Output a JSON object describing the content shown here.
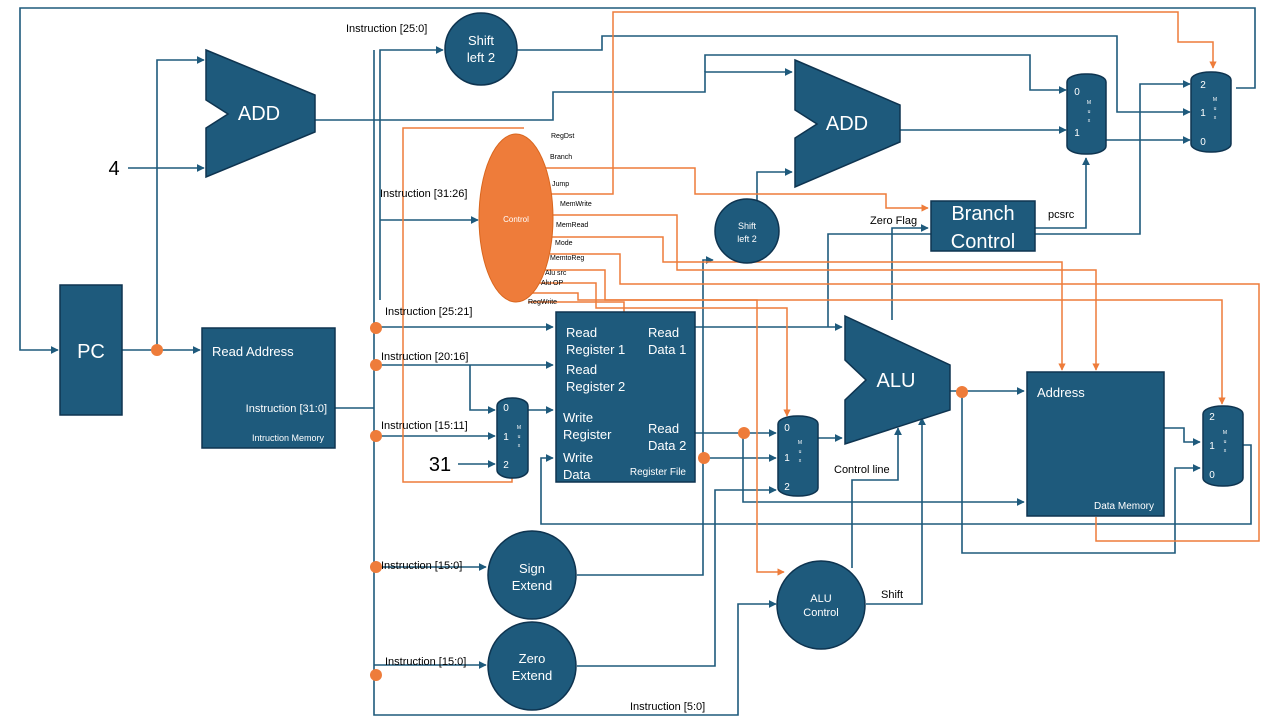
{
  "colors": {
    "block": "#1e5a7c",
    "wire": "#1e5a7c",
    "control": "#ee7c3a"
  },
  "blocks": {
    "pc": "PC",
    "add_pc": "ADD",
    "add_branch": "ADD",
    "shift_left_2_top": [
      "Shift",
      "left 2"
    ],
    "shift_left_2_mid": [
      "Shift",
      "left 2"
    ],
    "control": "Control",
    "read_address": "Read Address",
    "instruction_out": "Instruction [31:0]",
    "instruction_memory": "Intruction Memory",
    "register_file": {
      "read_register_1": [
        "Read",
        "Register 1"
      ],
      "read_register_2": [
        "Read",
        "Register 2"
      ],
      "write_register": [
        "Write",
        "Register"
      ],
      "write_data": [
        "Write",
        "Data"
      ],
      "read_data_1": [
        "Read",
        "Data 1"
      ],
      "read_data_2": [
        "Read",
        "Data 2"
      ],
      "name": "Register File"
    },
    "alu": "ALU",
    "alu_control": [
      "ALU",
      "Control"
    ],
    "branch_control": [
      "Branch",
      "Control"
    ],
    "sign_extend": [
      "Sign",
      "Extend"
    ],
    "zero_extend": [
      "Zero",
      "Extend"
    ],
    "data_memory": {
      "address": "Address",
      "name": "Data Memory"
    }
  },
  "muxes": {
    "reg_dst": [
      "0",
      "1",
      "2"
    ],
    "alu_src": [
      "0",
      "1",
      "2"
    ],
    "pc_src": [
      "0",
      "1"
    ],
    "jump": [
      "2",
      "1",
      "0"
    ],
    "mem_to_reg": [
      "2",
      "1",
      "0"
    ],
    "letters": [
      "M",
      "u",
      "x"
    ]
  },
  "control_signals": [
    "RegDst",
    "Branch",
    "Jump",
    "MemWrite",
    "MemRead",
    "Mode",
    "MemtoReg",
    "Alu src",
    "Alu OP",
    "RegWrite"
  ],
  "labels": {
    "instr_25_0": "Instruction [25:0]",
    "instr_31_26": "Instruction [31:26]",
    "instr_25_21": "Instruction [25:21]",
    "instr_20_16": "Instruction [20:16]",
    "instr_15_11": "Instruction [15:11]",
    "instr_15_0_sign": "Instruction [15:0]",
    "instr_15_0_zero": "Instruction [15:0]",
    "instr_5_0": "Instruction [5:0]",
    "const_4": "4",
    "const_31": "31",
    "zero_flag": "Zero Flag",
    "pcsrc": "pcsrc",
    "control_line": "Control line",
    "shift": "Shift"
  }
}
